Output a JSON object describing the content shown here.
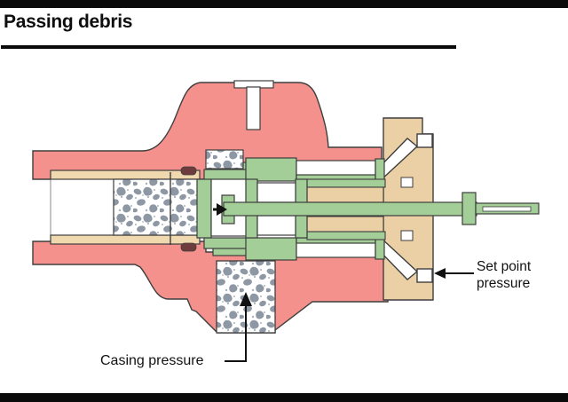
{
  "header": {
    "title": "Passing debris"
  },
  "diagram": {
    "labels": {
      "set_point_line1": "Set point",
      "set_point_line2": "pressure",
      "casing_pressure": "Casing pressure"
    },
    "icons": {
      "flow_arrow": "→",
      "set_point_arrow": "←",
      "casing_pressure_arrow": "↑"
    },
    "colors": {
      "body_pink": "#F5918C",
      "housing_tan": "#ECD0A5",
      "liner_tan": "#F0D9AF",
      "piston_green": "#A3CE97",
      "debris_gray": "#8E98A4",
      "debris_dot": "#AAB2BC",
      "seal_maroon": "#6E3C3C",
      "outline": "#3E3E3E",
      "frame_black": "#0A0A0A"
    }
  }
}
